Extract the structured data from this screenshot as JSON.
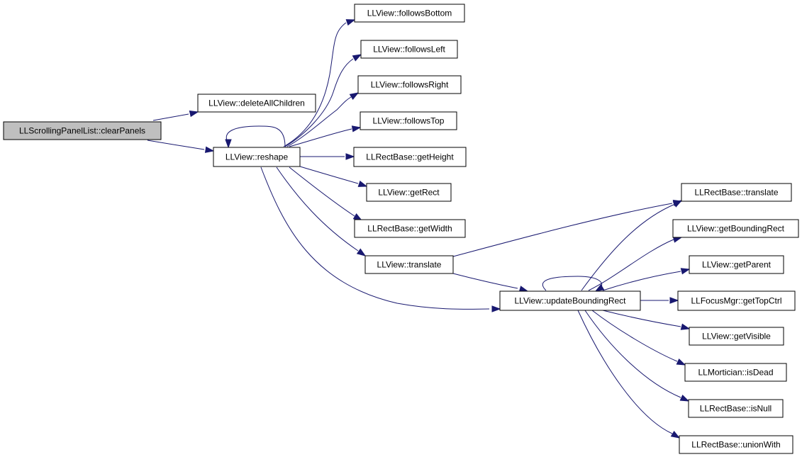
{
  "diagram": {
    "root": "LLScrollingPanelList::clearPanels",
    "nodes": [
      {
        "id": "clearPanels",
        "label": "LLScrollingPanelList::clearPanels",
        "root": true
      },
      {
        "id": "deleteAllChildren",
        "label": "LLView::deleteAllChildren"
      },
      {
        "id": "reshape",
        "label": "LLView::reshape"
      },
      {
        "id": "followsBottom",
        "label": "LLView::followsBottom"
      },
      {
        "id": "followsLeft",
        "label": "LLView::followsLeft"
      },
      {
        "id": "followsRight",
        "label": "LLView::followsRight"
      },
      {
        "id": "followsTop",
        "label": "LLView::followsTop"
      },
      {
        "id": "getHeight",
        "label": "LLRectBase::getHeight"
      },
      {
        "id": "getRect",
        "label": "LLView::getRect"
      },
      {
        "id": "getWidth",
        "label": "LLRectBase::getWidth"
      },
      {
        "id": "viewTranslate",
        "label": "LLView::translate"
      },
      {
        "id": "updateBoundingRect",
        "label": "LLView::updateBoundingRect"
      },
      {
        "id": "rectTranslate",
        "label": "LLRectBase::translate"
      },
      {
        "id": "getBoundingRect",
        "label": "LLView::getBoundingRect"
      },
      {
        "id": "getParent",
        "label": "LLView::getParent"
      },
      {
        "id": "getTopCtrl",
        "label": "LLFocusMgr::getTopCtrl"
      },
      {
        "id": "getVisible",
        "label": "LLView::getVisible"
      },
      {
        "id": "isDead",
        "label": "LLMortician::isDead"
      },
      {
        "id": "isNull",
        "label": "LLRectBase::isNull"
      },
      {
        "id": "unionWith",
        "label": "LLRectBase::unionWith"
      }
    ],
    "edges": [
      {
        "from": "clearPanels",
        "to": "deleteAllChildren"
      },
      {
        "from": "clearPanels",
        "to": "reshape"
      },
      {
        "from": "reshape",
        "to": "reshape"
      },
      {
        "from": "reshape",
        "to": "followsBottom"
      },
      {
        "from": "reshape",
        "to": "followsLeft"
      },
      {
        "from": "reshape",
        "to": "followsRight"
      },
      {
        "from": "reshape",
        "to": "followsTop"
      },
      {
        "from": "reshape",
        "to": "getHeight"
      },
      {
        "from": "reshape",
        "to": "getRect"
      },
      {
        "from": "reshape",
        "to": "getWidth"
      },
      {
        "from": "reshape",
        "to": "viewTranslate"
      },
      {
        "from": "reshape",
        "to": "updateBoundingRect"
      },
      {
        "from": "viewTranslate",
        "to": "rectTranslate"
      },
      {
        "from": "viewTranslate",
        "to": "updateBoundingRect"
      },
      {
        "from": "updateBoundingRect",
        "to": "updateBoundingRect"
      },
      {
        "from": "updateBoundingRect",
        "to": "rectTranslate"
      },
      {
        "from": "updateBoundingRect",
        "to": "getBoundingRect"
      },
      {
        "from": "updateBoundingRect",
        "to": "getParent"
      },
      {
        "from": "updateBoundingRect",
        "to": "getTopCtrl"
      },
      {
        "from": "updateBoundingRect",
        "to": "getVisible"
      },
      {
        "from": "updateBoundingRect",
        "to": "isDead"
      },
      {
        "from": "updateBoundingRect",
        "to": "isNull"
      },
      {
        "from": "updateBoundingRect",
        "to": "unionWith"
      }
    ],
    "colors": {
      "edge": "#191970",
      "root_fill": "#bfbfbf",
      "node_fill": "#ffffff",
      "node_border": "#000000"
    }
  }
}
